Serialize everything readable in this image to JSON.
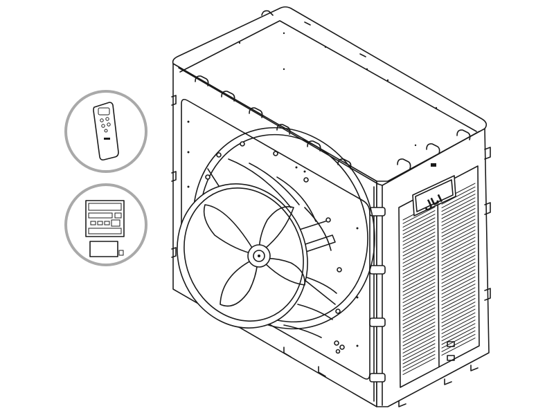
{
  "brand": {
    "logo_text": "ابال"
  },
  "callouts": [
    {
      "name": "remote-control"
    },
    {
      "name": "control-panel"
    }
  ]
}
